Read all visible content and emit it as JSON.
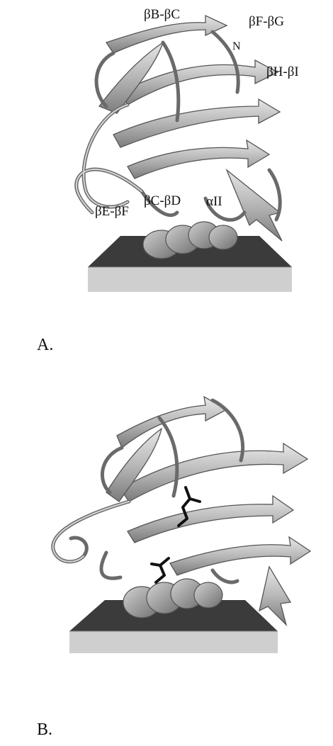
{
  "figure": {
    "panel_a": {
      "letter": "A.",
      "labels": {
        "bb_bc": "βB-βC",
        "bf_bg": "βF-βG",
        "n_term": "N",
        "bh_bi": "βH-βI",
        "be_bf": "βE-βF",
        "bc_bd": "βC-βD",
        "a_ii": "αII"
      }
    },
    "panel_b": {
      "letter": "B."
    },
    "colors": {
      "ribbon": "#b9b9b9",
      "ribbon_edge": "#5a5a5a",
      "base_top": "#3a3a3a",
      "base_side": "#d0d0d0",
      "ligand": "#111111"
    }
  }
}
